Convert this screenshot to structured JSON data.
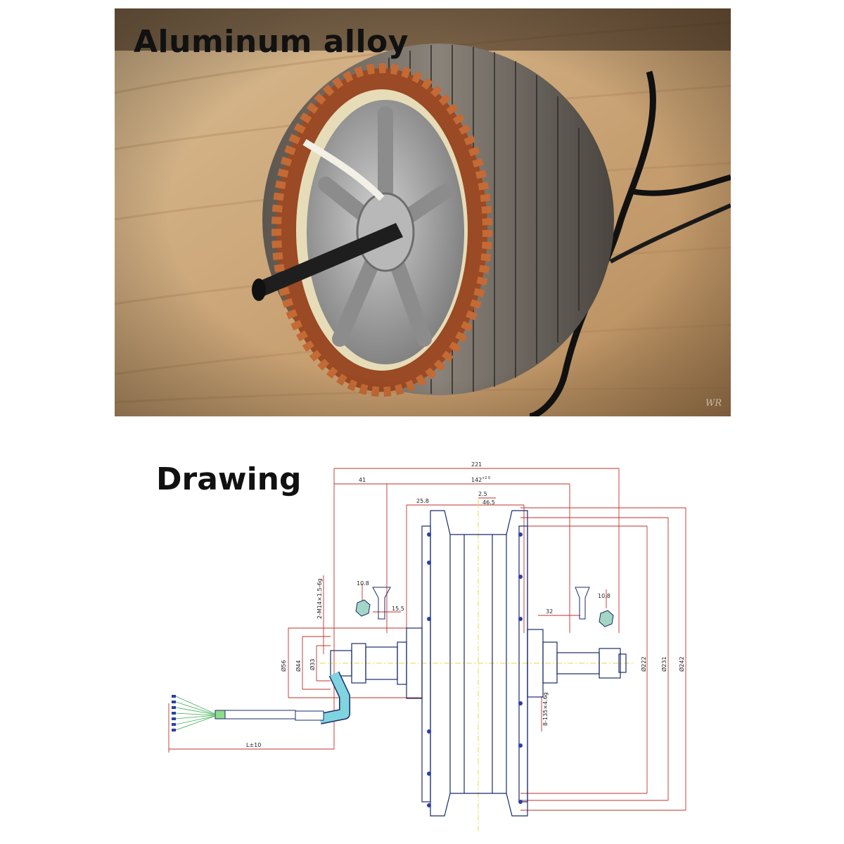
{
  "photo": {
    "title": "Aluminum alloy",
    "watermark": "WR"
  },
  "drawing": {
    "title": "Drawing",
    "dimensions": {
      "overall_width": "221",
      "left_offset": "41",
      "rim_width": "142",
      "rim_width_tol": "+2\n0",
      "d258": "25.8",
      "d25": "2.5",
      "d465": "46.5",
      "d155": "15.5",
      "d32": "32",
      "d100_left": "10.8",
      "d100_right": "10.8",
      "thread": "2-M14×1.5-6g",
      "phi56": "Ø56",
      "phi44": "Ø44",
      "phi33": "Ø33",
      "phi222": "Ø222",
      "phi231": "Ø231",
      "phi242": "Ø242",
      "bolt": "8-135×4.6g",
      "cable_length": "L±10"
    }
  }
}
